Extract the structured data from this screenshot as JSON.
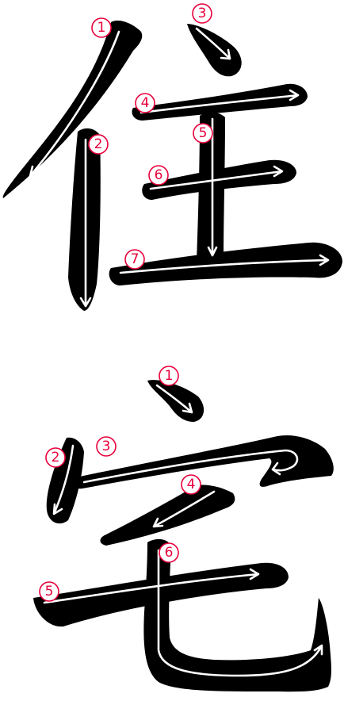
{
  "characters": [
    {
      "glyph": "住",
      "stroke_labels": [
        "1",
        "2",
        "3",
        "4",
        "5",
        "6",
        "7"
      ]
    },
    {
      "glyph": "宅",
      "stroke_labels": [
        "1",
        "2",
        "3",
        "4",
        "5",
        "6"
      ]
    }
  ],
  "colors": {
    "stroke": "#000000",
    "guide_arrow": "#ffffff",
    "number": "#e8003c",
    "background": "#ffffff"
  }
}
